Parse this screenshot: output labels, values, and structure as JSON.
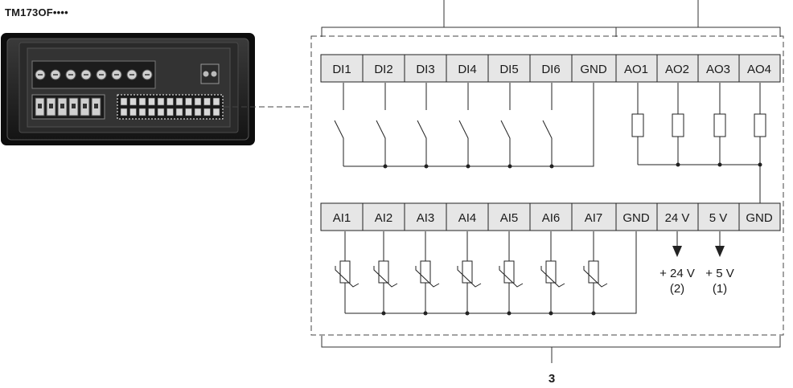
{
  "device": {
    "model": "TM173OF••••"
  },
  "digital_inputs": [
    "DI1",
    "DI2",
    "DI3",
    "DI4",
    "DI5",
    "DI6"
  ],
  "di_gnd": "GND",
  "analog_outputs": [
    "AO1",
    "AO2",
    "AO3",
    "AO4"
  ],
  "analog_inputs": [
    "AI1",
    "AI2",
    "AI3",
    "AI4",
    "AI5",
    "AI6",
    "AI7"
  ],
  "ai_gnd": "GND",
  "supplies": [
    {
      "terminal": "24 V",
      "value": "+ 24 V",
      "note": "(2)"
    },
    {
      "terminal": "5 V",
      "value": "+ 5 V",
      "note": "(1)"
    }
  ],
  "supply_gnd": "GND",
  "callout": "3"
}
